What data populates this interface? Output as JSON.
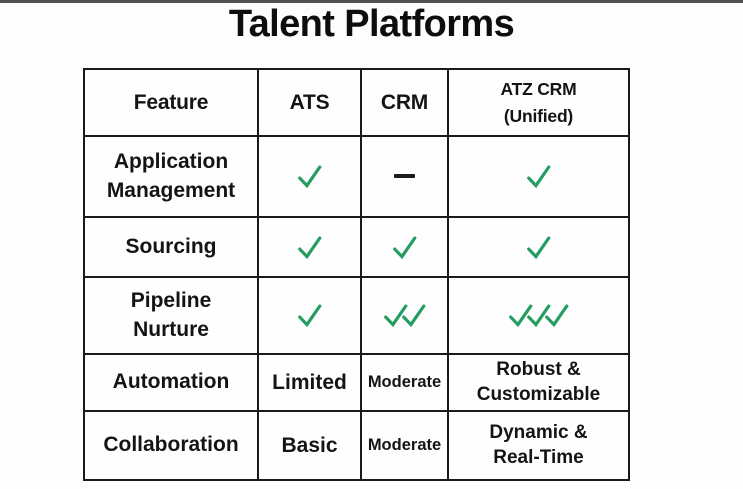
{
  "title": "Talent Platforms",
  "colors": {
    "check_green": "#259c60",
    "grid_border": "#1a1a1a",
    "text": "#141414",
    "top_strip": "#515151"
  },
  "table": {
    "columns": [
      {
        "label": "Feature"
      },
      {
        "label": "ATS"
      },
      {
        "label": "CRM"
      },
      {
        "label": "ATZ CRM\n(Unified)"
      }
    ],
    "rows": [
      {
        "feature": "Application\nManagement",
        "cells": [
          {
            "type": "checks",
            "count": 1
          },
          {
            "type": "dash",
            "value": "—"
          },
          {
            "type": "checks",
            "count": 1
          }
        ]
      },
      {
        "feature": "Sourcing",
        "cells": [
          {
            "type": "checks",
            "count": 1
          },
          {
            "type": "checks",
            "count": 1
          },
          {
            "type": "checks",
            "count": 1
          }
        ]
      },
      {
        "feature": "Pipeline\nNurture",
        "cells": [
          {
            "type": "checks",
            "count": 1
          },
          {
            "type": "checks",
            "count": 2
          },
          {
            "type": "checks",
            "count": 3
          }
        ]
      },
      {
        "feature": "Automation",
        "cells": [
          {
            "type": "text",
            "value": "Limited"
          },
          {
            "type": "text",
            "value": "Moderate"
          },
          {
            "type": "text",
            "value": "Robust &\nCustomizable"
          }
        ]
      },
      {
        "feature": "Collaboration",
        "cells": [
          {
            "type": "text",
            "value": "Basic"
          },
          {
            "type": "text",
            "value": "Moderate"
          },
          {
            "type": "text",
            "value": "Dynamic &\nReal-Time"
          }
        ]
      }
    ]
  },
  "chart_data": {
    "type": "table",
    "title": "Talent Platforms",
    "columns": [
      "Feature",
      "ATS",
      "CRM",
      "ATZ CRM (Unified)"
    ],
    "rows": [
      [
        "Application Management",
        "✓",
        "—",
        "✓"
      ],
      [
        "Sourcing",
        "✓",
        "✓",
        "✓"
      ],
      [
        "Pipeline Nurture",
        "✓",
        "✓✓",
        "✓✓✓"
      ],
      [
        "Automation",
        "Limited",
        "Moderate",
        "Robust & Customizable"
      ],
      [
        "Collaboration",
        "Basic",
        "Moderate",
        "Dynamic & Real-Time"
      ]
    ]
  }
}
